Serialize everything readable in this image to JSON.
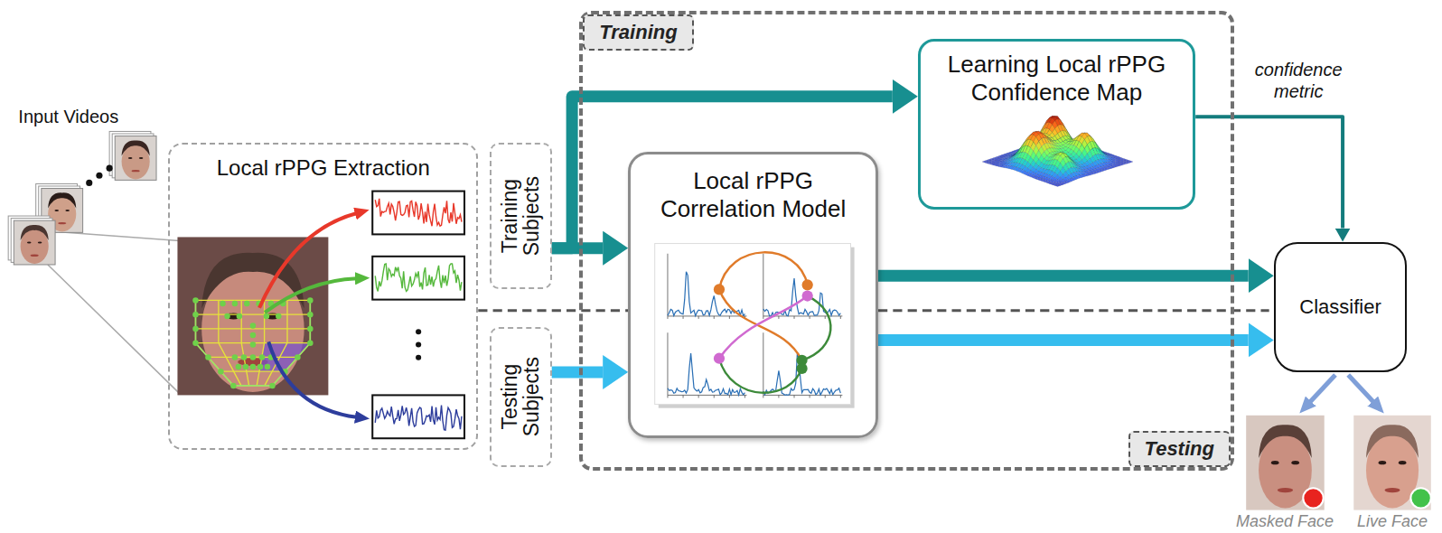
{
  "diagram": {
    "nodes": [
      {
        "text": [
          "Local rPPG Extraction"
        ]
      },
      {
        "text": [
          "Training Subjects"
        ]
      },
      {
        "text": [
          "Testing Subjects"
        ]
      },
      {
        "text": [
          "Training",
          "Testing"
        ]
      },
      {
        "text": [
          "Learning Local rPPG Confidence Map"
        ],
        "in": 3
      },
      {
        "text": [
          "Local rPPG Correlation Model"
        ],
        "in": 3
      },
      {
        "text": [
          "Classifier"
        ]
      }
    ],
    "edges": [
      {
        "from": 1,
        "to": 5,
        "arrow": "to"
      },
      {
        "from": 1,
        "to": 4,
        "arrow": "to"
      },
      {
        "from": 2,
        "to": 5,
        "arrow": "to"
      },
      {
        "from": 5,
        "to": 6,
        "arrow": "to"
      },
      {
        "from": 5,
        "to": 6,
        "arrow": "to"
      },
      {
        "from": 4,
        "to": 6,
        "label": "confidence metric",
        "arrow": "to"
      }
    ],
    "labels": [
      "Input Videos",
      "Masked Face",
      "Live Face"
    ]
  }
}
